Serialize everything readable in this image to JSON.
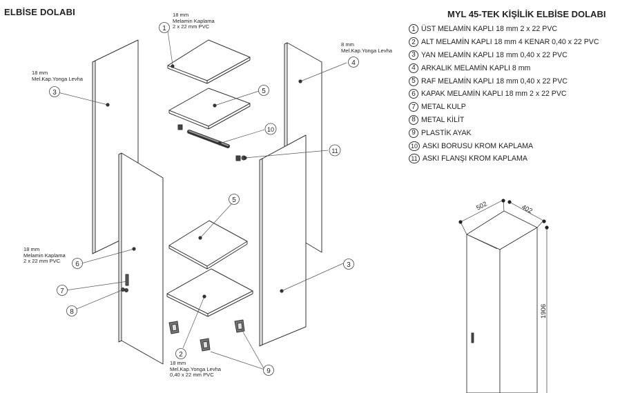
{
  "title": "ELBİSE DOLABI",
  "list_title": "MYL 45-TEK KİŞİLİK ELBİSE DOLABI",
  "parts": [
    {
      "num": "1",
      "label": "ÜST MELAMİN KAPLI 18 mm  2 x 22 PVC"
    },
    {
      "num": "2",
      "label": "ALT MELAMİN KAPLI 18 mm 4 KENAR 0,40 x 22 PVC"
    },
    {
      "num": "3",
      "label": "YAN MELAMİN KAPLI 18 mm 0,40 x 22 PVC"
    },
    {
      "num": "4",
      "label": "ARKALIK MELAMİN KAPLI 8 mm"
    },
    {
      "num": "5",
      "label": "RAF MELAMİN KAPLI 18 mm 0,40 x 22 PVC"
    },
    {
      "num": "6",
      "label": "KAPAK MELAMİN KAPLI 18 mm 2 x 22 PVC"
    },
    {
      "num": "7",
      "label": "METAL KULP"
    },
    {
      "num": "8",
      "label": "METAL KİLİT"
    },
    {
      "num": "9",
      "label": "PLASTİK AYAK"
    },
    {
      "num": "10",
      "label": "ASKI BORUSU KROM KAPLAMA"
    },
    {
      "num": "11",
      "label": "ASKI FLANŞI KROM KAPLAMA"
    }
  ],
  "notes": {
    "top": [
      "18 mm",
      "Melamin Kaplama",
      "2 x 22 mm PVC"
    ],
    "back": [
      "8 mm",
      "Mel.Kap.Yonga Levha"
    ],
    "side": [
      "18 mm",
      "Mel.Kap.Yonga Levha"
    ],
    "door": [
      "18 mm",
      "Melamin Kaplama",
      "2 x 22 mm PVC"
    ],
    "bottom": [
      "18 mm",
      "Mel.Kap.Yonga Levha",
      "0,40 x 22 mm PVC"
    ]
  },
  "dimensions": {
    "width": "502",
    "depth": "402",
    "height": "1906"
  },
  "callouts": [
    "1",
    "2",
    "3",
    "3",
    "4",
    "5",
    "5",
    "6",
    "7",
    "8",
    "9",
    "10",
    "11"
  ]
}
